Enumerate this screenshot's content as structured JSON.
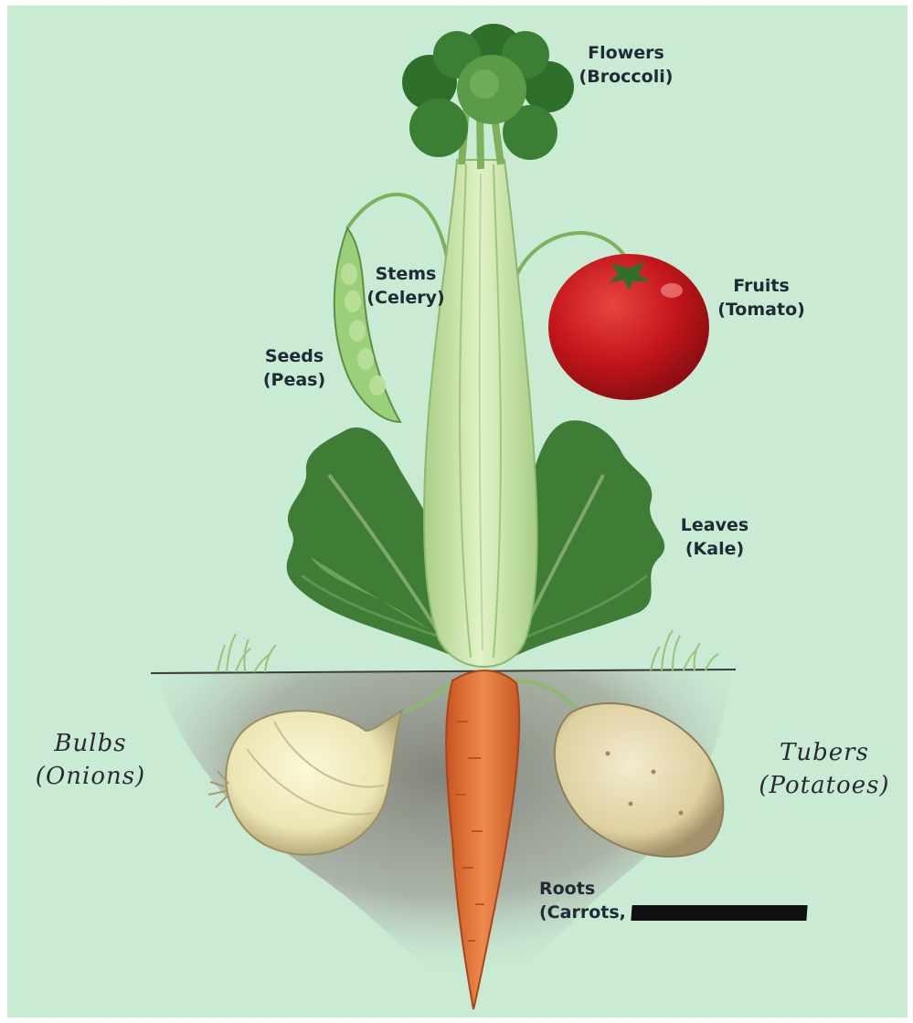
{
  "labels": {
    "flowers": {
      "name": "Flowers",
      "example": "(Broccoli)"
    },
    "stems": {
      "name": "Stems",
      "example": "(Celery)"
    },
    "fruits": {
      "name": "Fruits",
      "example": "(Tomato)"
    },
    "seeds": {
      "name": "Seeds",
      "example": "(Peas)"
    },
    "leaves": {
      "name": "Leaves",
      "example": "(Kale)"
    },
    "bulbs": {
      "name": "Bulbs",
      "example": "(Onions)"
    },
    "tubers": {
      "name": "Tubers",
      "example": "(Potatoes)"
    },
    "roots": {
      "name": "Roots",
      "example": "(Carrots,"
    }
  },
  "colors": {
    "background": "#c9ead3",
    "soil": "#8c8c84",
    "broccoli": "#3f8a3b",
    "celery": "#c8e3a6",
    "tomato": "#c4161c",
    "kale": "#3f7d36",
    "carrot": "#e0743a",
    "onion": "#f0ecc0",
    "potato": "#e8dcb0"
  },
  "redaction": "black marker over part of the roots label"
}
